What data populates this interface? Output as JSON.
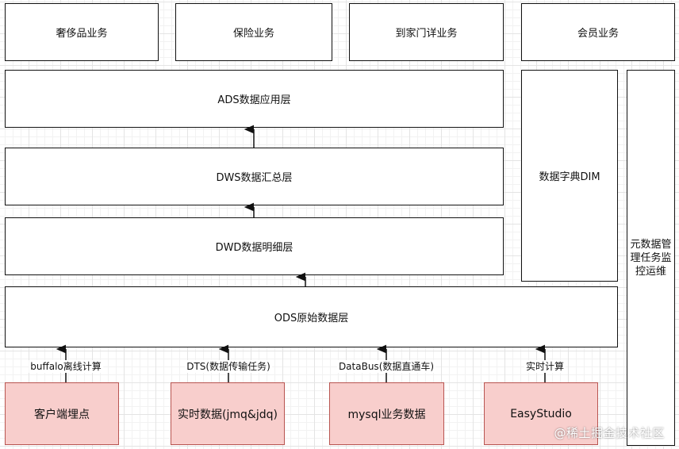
{
  "business": [
    "奢侈品业务",
    "保险业务",
    "到家门详业务",
    "会员业务"
  ],
  "layers": {
    "ads": "ADS数据应用层",
    "dws": "DWS数据汇总层",
    "dwd": "DWD数据明细层",
    "ods": "ODS原始数据层"
  },
  "side": {
    "dim": "数据字典DIM",
    "meta": "元数据管理任务监控运维"
  },
  "sources": [
    "客户端埋点",
    "实时数据(jmq&jdq)",
    "mysql业务数据",
    "EasyStudio"
  ],
  "ingest_labels": [
    "buffalo离线计算",
    "DTS(数据传输任务)",
    "DataBus(数据直通车)",
    "实时计算"
  ],
  "watermark": "@稀土掘金技术社区",
  "colors": {
    "source_fill": "#f8cecc",
    "source_stroke": "#b85450",
    "line": "#111111"
  }
}
